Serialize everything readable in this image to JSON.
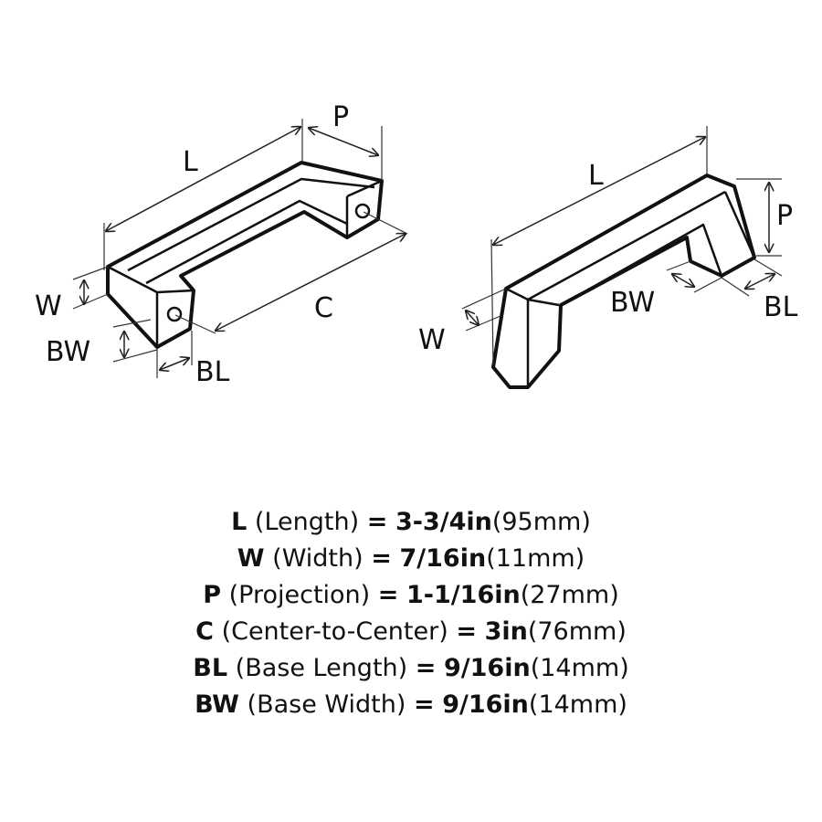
{
  "diagram": {
    "left_labels": {
      "L": "L",
      "P": "P",
      "C": "C",
      "W": "W",
      "BW": "BW",
      "BL": "BL"
    },
    "right_labels": {
      "L": "L",
      "P": "P",
      "W": "W",
      "BW": "BW",
      "BL": "BL"
    }
  },
  "specs": [
    {
      "code": "L",
      "name": "(Length)",
      "eq": "=",
      "imperial": "3-3/4in",
      "metric": "(95mm)"
    },
    {
      "code": "W",
      "name": "(Width)",
      "eq": "=",
      "imperial": "7/16in",
      "metric": "(11mm)"
    },
    {
      "code": "P",
      "name": "(Projection)",
      "eq": "=",
      "imperial": "1-1/16in",
      "metric": "(27mm)"
    },
    {
      "code": "C",
      "name": "(Center-to-Center)",
      "eq": "=",
      "imperial": "3in",
      "metric": "(76mm)"
    },
    {
      "code": "BL",
      "name": "(Base Length)",
      "eq": "=",
      "imperial": "9/16in",
      "metric": "(14mm)"
    },
    {
      "code": "BW",
      "name": "(Base Width)",
      "eq": "=",
      "imperial": "9/16in",
      "metric": "(14mm)"
    }
  ]
}
